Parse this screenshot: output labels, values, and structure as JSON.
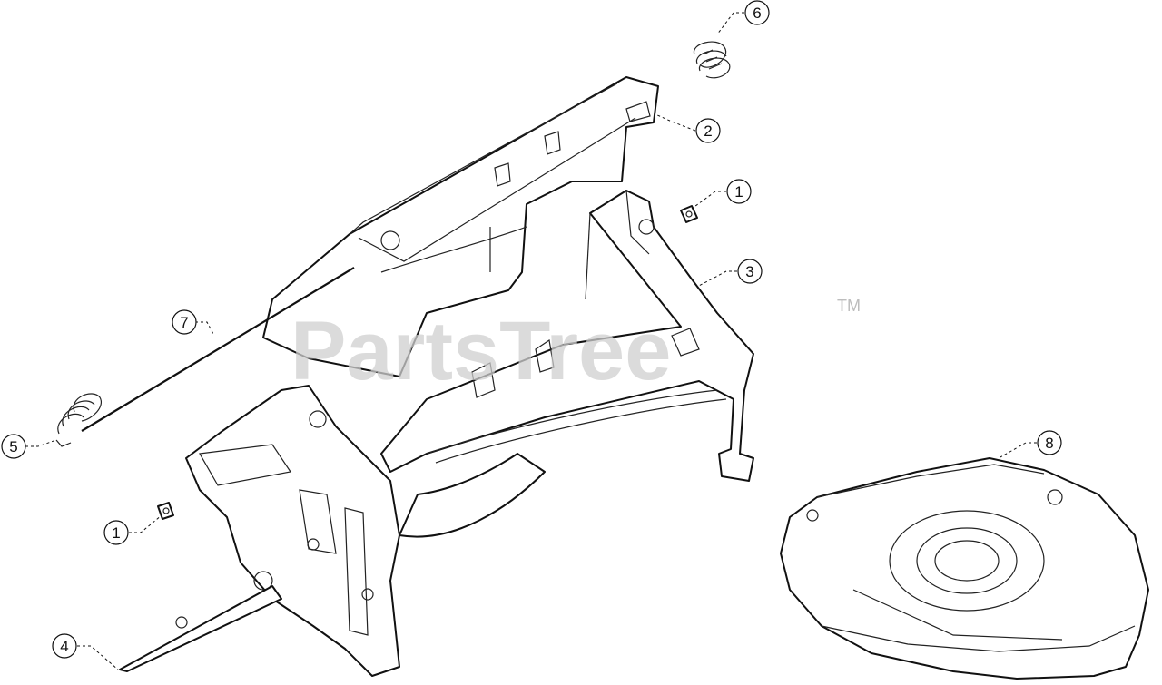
{
  "watermark": {
    "text": "PartsTree",
    "trademark": "TM"
  },
  "callouts": [
    {
      "id": "callout-6",
      "label": "6"
    },
    {
      "id": "callout-2",
      "label": "2"
    },
    {
      "id": "callout-1-upper",
      "label": "1"
    },
    {
      "id": "callout-3",
      "label": "3"
    },
    {
      "id": "callout-7",
      "label": "7"
    },
    {
      "id": "callout-5",
      "label": "5"
    },
    {
      "id": "callout-8",
      "label": "8"
    },
    {
      "id": "callout-1-lower",
      "label": "1"
    },
    {
      "id": "callout-4",
      "label": "4"
    }
  ]
}
